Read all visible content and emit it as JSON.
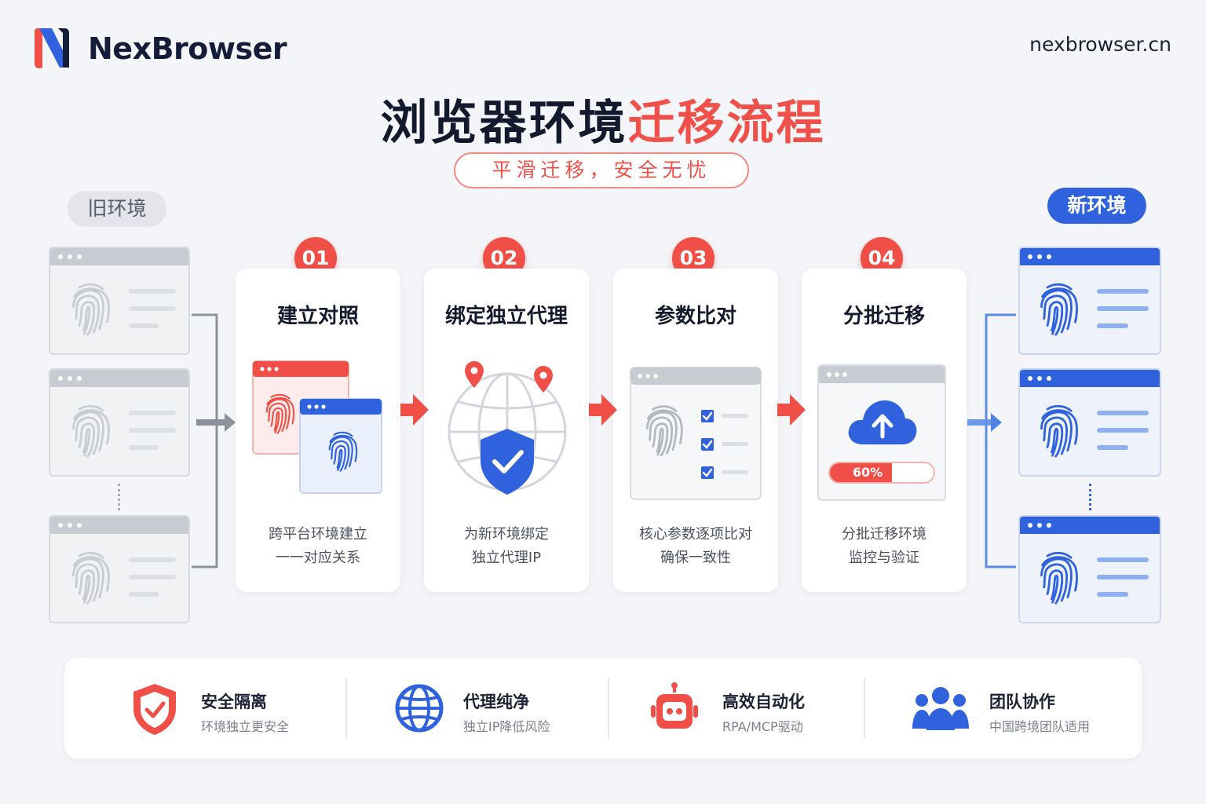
{
  "header": {
    "brand": "NexBrowser",
    "site": "nexbrowser.cn",
    "logo_icon": "nexbrowser-logo-icon"
  },
  "title": {
    "part1": "浏览器环境",
    "part2": "迁移流程"
  },
  "subtitle": "平滑迁移，安全无忧",
  "labels": {
    "old_env": "旧环境",
    "new_env": "新环境"
  },
  "steps": [
    {
      "num": "01",
      "title": "建立对照",
      "desc1": "跨平台环境建立",
      "desc2": "一一对应关系",
      "icon": "browser-compare-icon"
    },
    {
      "num": "02",
      "title": "绑定独立代理",
      "desc1": "为新环境绑定",
      "desc2": "独立代理IP",
      "icon": "globe-shield-icon"
    },
    {
      "num": "03",
      "title": "参数比对",
      "desc1": "核心参数逐项比对",
      "desc2": "确保一致性",
      "icon": "fingerprint-checklist-icon"
    },
    {
      "num": "04",
      "title": "分批迁移",
      "desc1": "分批迁移环境",
      "desc2": "监控与验证",
      "icon": "cloud-upload-icon",
      "progress_label": "60%",
      "progress": 0.6
    }
  ],
  "features": [
    {
      "title": "安全隔离",
      "sub": "环境独立更安全",
      "icon": "shield-check-icon"
    },
    {
      "title": "代理纯净",
      "sub": "独立IP降低风险",
      "icon": "globe-icon"
    },
    {
      "title": "高效自动化",
      "sub": "RPA/MCP驱动",
      "icon": "robot-icon"
    },
    {
      "title": "团队协作",
      "sub": "中国跨境团队适用",
      "icon": "team-icon"
    }
  ],
  "colors": {
    "accent_red": "#ef4f47",
    "accent_blue": "#2f62dc",
    "gray": "#c7cbd2",
    "navy": "#151c3a"
  }
}
